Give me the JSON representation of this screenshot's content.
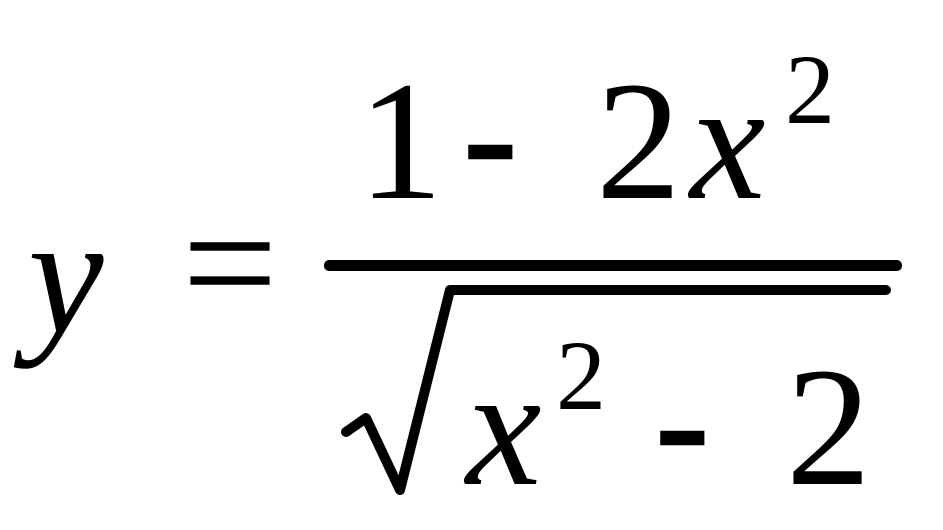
{
  "equation": {
    "lhs": "y",
    "equals": "=",
    "numerator": {
      "constant": "1",
      "operator": "-",
      "coefficient": "2",
      "variable": "x",
      "exponent": "2"
    },
    "denominator": {
      "variable": "x",
      "exponent": "2",
      "operator": "-",
      "constant": "2"
    }
  },
  "colors": {
    "ink": "#000000",
    "background": "#ffffff"
  }
}
